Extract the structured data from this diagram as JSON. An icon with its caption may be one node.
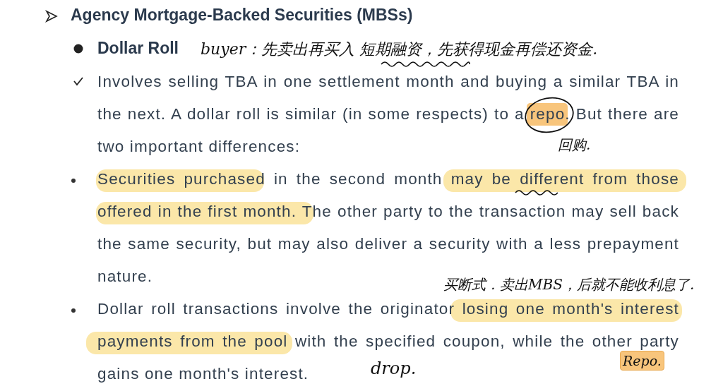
{
  "diagram": {
    "title": "Agency Mortgage-Backed Securities (MBSs)",
    "labels": [
      "Dollar Roll",
      "buyer：先卖出再买入 短期融资，先获得现金再偿还资金.",
      "Involves selling TBA in one settlement month and buying a similar TBA in the next. A dollar roll is similar (in some respects) to a repo. But there are two important differences:",
      "回购.",
      "Securities purchased in the second month may be different from those offered in the first month. The other party to the transaction may sell back the same security, but may also deliver a security with a less prepayment nature.",
      "买断式．卖出MBS，后就不能收利息了.",
      "Dollar roll transactions involve the originator losing one month's interest payments from the pool with the specified coupon, while the other party gains one month's interest.",
      "drop.",
      "Repo."
    ]
  }
}
